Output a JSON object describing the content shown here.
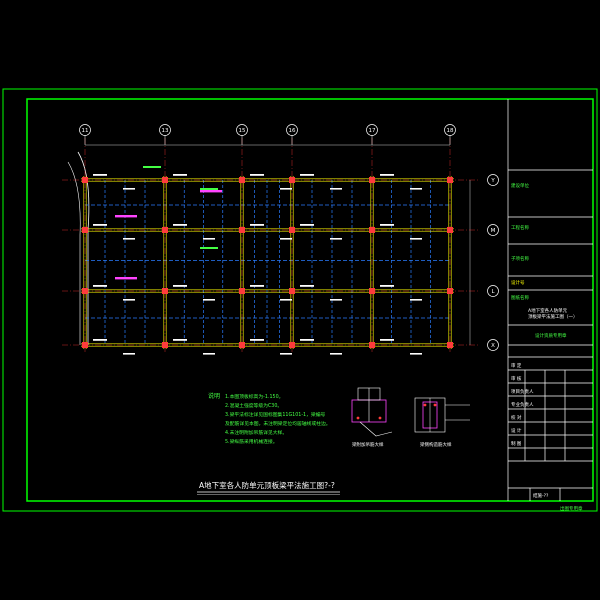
{
  "drawing": {
    "title": "A地下室各人防单元顶板梁平法施工图?-?",
    "colors": {
      "background": "#000000",
      "frame": "#00ff00",
      "grid_line": "#ff3333",
      "beam": "#ffff00",
      "column": "#ff3b3b",
      "secondary": "#2a7cff",
      "annotation": "#ffffff",
      "highlight": "#ff44ff",
      "note_text": "#44ff44"
    },
    "axes_top": [
      "11",
      "13",
      "15",
      "16",
      "17",
      "18"
    ],
    "axes_right": [
      "Y",
      "M",
      "L",
      "X"
    ]
  },
  "notes": {
    "heading": "说明",
    "lines": [
      "1.本图顶板标高为-1.150。",
      "2.混凝土强度等级为C30。",
      "3.梁平法标注详见国标图集11G101-1，梁编号",
      "  及配筋详见本图，未注明梁定位均居轴线或柱边。",
      "4.未注明附加吊筋详见大样。",
      "5.梁纵筋采用机械连接。"
    ]
  },
  "details": {
    "detail1_label": "梁附加吊筋大样",
    "detail2_label": "梁侧构造筋大样"
  },
  "title_block": {
    "rows": [
      "建设单位",
      "工程名称",
      "子项名称",
      "设计号",
      "图纸名称",
      "A地下室各人防单元",
      "顶板梁平法施工图（一）",
      "设计资质专用章",
      "审 定",
      "审 核",
      "项目负责人",
      "专业负责人",
      "校 对",
      "设 计",
      "制 图"
    ],
    "sheet_no": "结施-??",
    "footer": "出图专用章"
  }
}
